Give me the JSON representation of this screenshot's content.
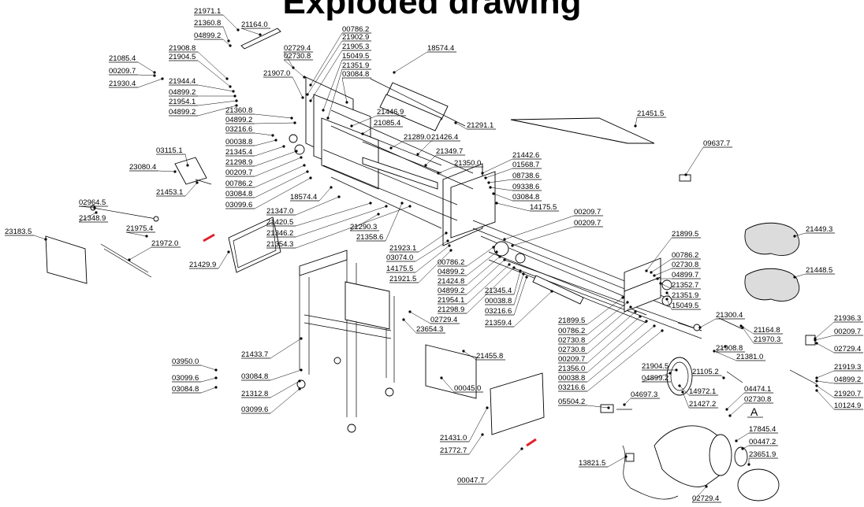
{
  "title": "Exploded drawing",
  "callout_letter": "A",
  "colors": {
    "line": "#000000",
    "accent": "#e0232b",
    "foam": "#dcdcdc"
  },
  "part_labels": [
    "21971.1",
    "21164.0",
    "21360.8",
    "04899.2",
    "00786.2",
    "21902.9",
    "02729.4",
    "21905.3",
    "02730.8",
    "15049.5",
    "21351.9",
    "03084.8",
    "21908.8",
    "21904.5",
    "21907.0",
    "21085.4",
    "00209.7",
    "21930.4",
    "21944.4",
    "04899.2",
    "21954.1",
    "04899.2",
    "21360.8",
    "04899.2",
    "03216.6",
    "00038.8",
    "21345.4",
    "21298.9",
    "00209.7",
    "00786.2",
    "03084.8",
    "03099.6",
    "18574.4",
    "21291.1",
    "21446.9",
    "21085.4",
    "21451.5",
    "03115.1",
    "23080.4",
    "21453.1",
    "21289.0",
    "21426.4",
    "21349.7",
    "21350.0",
    "21442.6",
    "01568.7",
    "08738.6",
    "09338.6",
    "03084.8",
    "14175.5",
    "09637.7",
    "18574.4",
    "21347.0",
    "02964.5",
    "21348.9",
    "21420.5",
    "21290.3",
    "21346.2",
    "21358.6",
    "21354.3",
    "21975.4",
    "23183.5",
    "21972.0",
    "21429.9",
    "21923.1",
    "03074.0",
    "14175.5",
    "21921.5",
    "00209.7",
    "00209.7",
    "00786.2",
    "04899.2",
    "21424.8",
    "04899.2",
    "21954.1",
    "21298.9",
    "21345.4",
    "00038.8",
    "03216.6",
    "21359.4",
    "21899.5",
    "00786.2",
    "02730.8",
    "04899.7",
    "21352.7",
    "21351.9",
    "15049.5",
    "21449.3",
    "21448.5",
    "02729.4",
    "23654.3",
    "21899.5",
    "00786.2",
    "02730.8",
    "02730.8",
    "00209.7",
    "21356.0",
    "00038.8",
    "03216.6",
    "21300.4",
    "21164.8",
    "21970.3",
    "21908.8",
    "21381.0",
    "21936.3",
    "00209.7",
    "02729.4",
    "21433.7",
    "03950.0",
    "03099.6",
    "03084.8",
    "03084.8",
    "21312.8",
    "03099.6",
    "21455.8",
    "00045.0",
    "21904.5",
    "04899.2",
    "14972.1",
    "21427.2",
    "21105.2",
    "21919.3",
    "04899.2",
    "21920.7",
    "10124.9",
    "05504.2",
    "04697.3",
    "04474.1",
    "02730.8",
    "21431.0",
    "21772.7",
    "17845.4",
    "00447.2",
    "23651.9",
    "13821.5",
    "00047.7",
    "02729.4"
  ]
}
